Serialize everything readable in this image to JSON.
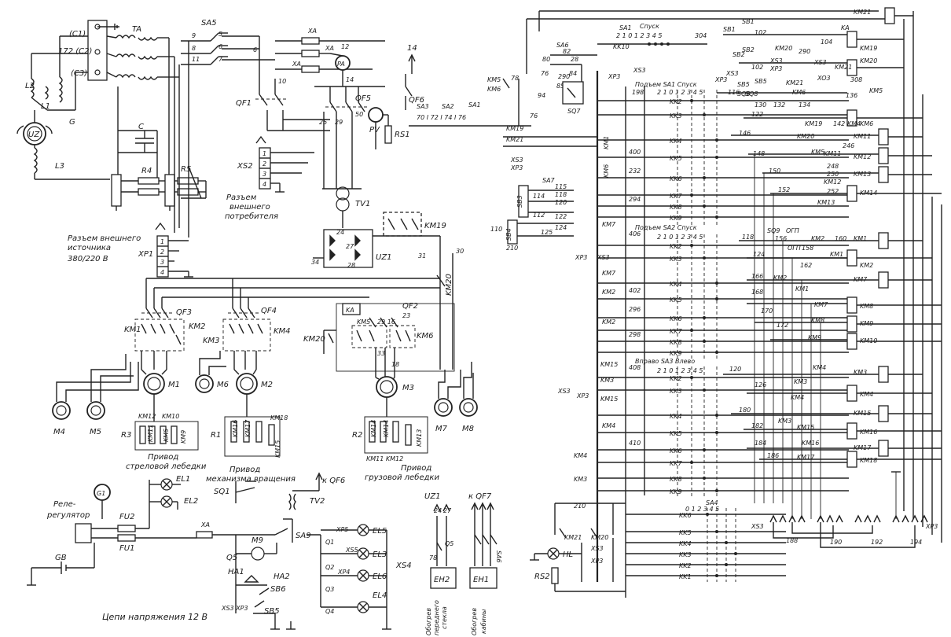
{
  "labels": {
    "ta": "TA",
    "c1": "(C1)",
    "c2": "172 (C2)",
    "c3": "(C3)",
    "l2": "L2",
    "l1": "L1",
    "uz": "UZ",
    "l3": "L3",
    "g": "G",
    "c": "C",
    "r4": "R4",
    "r5": "R5",
    "sa5": "SA5",
    "xa_top": "XA",
    "pa": "PA",
    "pa_n": "12",
    "xa_mid": "XA",
    "xa_low": "XA",
    "qf1": "QF1",
    "qf5": "QF5",
    "pv": "PV",
    "rs1": "RS1",
    "qf6": "QF6",
    "n14": "14",
    "xs2": "XS2",
    "ext_consumer_1": "Разъем",
    "ext_consumer_2": "внешнего",
    "ext_consumer_3": "потребителя",
    "ext_source_1": "Разъем внешнего",
    "ext_source_2": "источника",
    "ext_source_3": "380/220 В",
    "xp1": "XP1",
    "tv1": "TV1",
    "uz1": "UZ1",
    "km19": "KM19",
    "km20": "KM20",
    "qf3": "QF3",
    "qf4": "QF4",
    "qf2": "QF2",
    "km1": "KM1",
    "km2": "KM2",
    "km3": "KM3",
    "km4": "KM4",
    "km5": "KM5",
    "km6": "KM6",
    "ka": "KA",
    "m1": "M1",
    "m2": "M2",
    "m3": "M3",
    "m4": "M4",
    "m5": "M5",
    "m6": "M6",
    "m7": "M7",
    "m8": "M8",
    "r1": "R1",
    "r2": "R2",
    "r3": "R3",
    "drive1_1": "Привод",
    "drive1_2": "стреловой лебедки",
    "drive2_1": "Привод",
    "drive2_2": "механизма вращения",
    "drive3_1": "Привод",
    "drive3_2": "грузовой лебедки",
    "relay_reg_1": "Реле-",
    "relay_reg_2": "регулятор",
    "g1": "G1",
    "fu1": "FU1",
    "fu2": "FU2",
    "gb": "GB",
    "el1": "EL1",
    "el2": "EL2",
    "sq1": "SQ1",
    "qf6_ref": "к QF6",
    "tv2": "TV2",
    "sa9": "SA9",
    "m9": "M9",
    "q5": "Q5",
    "ha1": "HA1",
    "ha2": "HA2",
    "sb6": "SB6",
    "sb5": "SB5",
    "xs3xp3": "XS3 XP3",
    "el3": "EL3",
    "el4": "EL4",
    "el5": "EL5",
    "el6": "EL6",
    "xs4": "XS4",
    "q1": "Q1",
    "q2": "Q2",
    "q3": "Q3",
    "q4": "Q4",
    "circuits12": "Цепи напряжения 12 В",
    "uz1_b": "UZ1",
    "k_qf7": "к QF7",
    "eh1": "EH1",
    "eh2": "EH2",
    "sa6_b": "SA6",
    "heat_glass_1": "Обогрев",
    "heat_glass_2": "переднего",
    "heat_glass_3": "стекла",
    "heat_cab_1": "Обогрев",
    "heat_cab_2": "кабины",
    "sa1_top": "SA1",
    "spusk": "Спуск",
    "podem": "Подъем",
    "sa6_top": "SA6",
    "sa3": "SA3",
    "sa2": "SA2",
    "sa1": "SA1",
    "sa7": "SA7",
    "sq7": "SQ7",
    "sb1": "SB1",
    "sb2": "SB2",
    "sb3": "SB3",
    "sb4": "SB4",
    "sq8": "SQ8",
    "sq9": "SQ9",
    "sb5_r": "SB5",
    "ogp": "ОГП",
    "xs3": "XS3",
    "xp3": "XP3",
    "hdr_sa1": "Подъем SA1 Спуск",
    "hdr_sa2": "Подъем SA2 Спуск",
    "hdr_sa3": "Вправо SA3 Влево",
    "hdr_sa4": "SA4",
    "pos_row": "2 1  0  1 2 3 4 5",
    "km21": "KM21",
    "hl": "HL",
    "rs2": "RS2"
  },
  "kk_rows": [
    "KK1",
    "KK2",
    "KK3",
    "KK4",
    "KK5",
    "KK6",
    "KK7",
    "KK8",
    "KK9"
  ],
  "wire_numbers": [
    "198",
    "400",
    "232",
    "294",
    "406",
    "402",
    "296",
    "298",
    "408",
    "410",
    "104",
    "102",
    "304",
    "290",
    "308",
    "136",
    "146",
    "148",
    "150",
    "152",
    "246",
    "248",
    "250",
    "252",
    "156",
    "158",
    "160",
    "162",
    "166",
    "168",
    "170",
    "172",
    "180",
    "182",
    "184",
    "186",
    "188",
    "190",
    "192",
    "194",
    "120",
    "124",
    "126",
    "210"
  ],
  "right_coils": [
    "KM21",
    "KM19",
    "KM20",
    "KM5",
    "KM6",
    "KM11",
    "KM12",
    "KM13",
    "KM14",
    "KM1",
    "KM2",
    "KM7",
    "KM8",
    "KM9",
    "KM10",
    "KM3",
    "KM4",
    "KM15",
    "KM16",
    "KM17",
    "KM18"
  ]
}
